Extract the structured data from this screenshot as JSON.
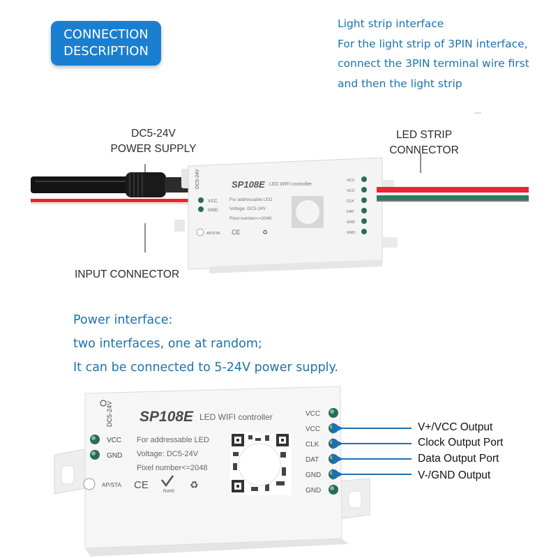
{
  "badge": {
    "line1": "CONNECTION",
    "line2": "DESCRIPTION"
  },
  "strip_note": [
    "Light strip interface",
    "For the light strip of 3PIN interface,",
    "connect the 3PIN terminal wire first",
    "and then the light strip"
  ],
  "top_labels": {
    "dc_line1": "DC5-24V",
    "dc_line2": "POWER SUPPLY",
    "led_line1": "LED STRIP",
    "led_line2": "CONNECTOR",
    "input": "INPUT CONNECTOR"
  },
  "power_note": [
    "Power interface:",
    "two interfaces, one at random;",
    "It can be connected to 5-24V power supply."
  ],
  "device": {
    "model": "SP108E",
    "subtitle": "LED WIFI controller",
    "desc1": "For addressable LED",
    "desc2": "Voltage: DC5-24V",
    "desc3": "Pixel number<=2048",
    "dc_marking": "DC5-24V",
    "vcc_in": "VCC",
    "gnd_in": "GND",
    "mode": "AP/STA",
    "ce_mark": "CE",
    "rohs_mark": "RoHS",
    "recycle_mark": "♻",
    "pins": [
      "VCC",
      "VCC",
      "CLK",
      "DAT",
      "GND",
      "GND"
    ]
  },
  "outputs": [
    "V+/VCC Output",
    "Clock Output Port",
    "Data Output Port",
    "V-/GND Output"
  ],
  "colors": {
    "accent": "#1a7fd0",
    "note_text": "#1c73ad",
    "wire_red": "#e8262b",
    "wire_green": "#1e9a6a",
    "arrow": "#1f6fb5"
  }
}
